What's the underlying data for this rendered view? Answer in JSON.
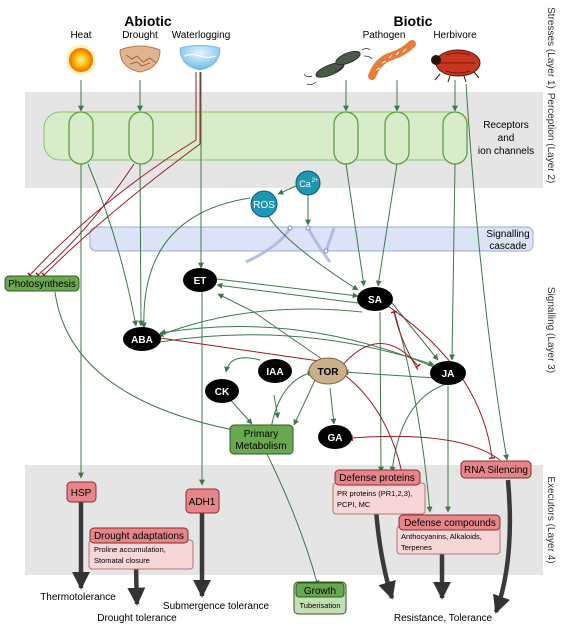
{
  "layers": {
    "layer1": "Stresses (Layer 1)",
    "layer2": "Perception (Layer 2)",
    "layer3": "Signalling (Layer 3)",
    "layer4": "Executors (Layer 4)"
  },
  "groups": {
    "abiotic": "Abiotic",
    "biotic": "Biotic"
  },
  "stresses": {
    "heat": "Heat",
    "drought": "Drought",
    "waterlogging": "Waterlogging",
    "pathogen": "Pathogen",
    "herbivore": "Herbivore"
  },
  "perception": {
    "receptors_line1": "Receptors",
    "receptors_line2": "and",
    "receptors_line3": "ion channels"
  },
  "signalling": {
    "cascade_line1": "Signalling",
    "cascade_line2": "cascade",
    "ros": "ROS",
    "ca": "Ca",
    "ca_sup": "2+",
    "et": "ET",
    "sa": "SA",
    "aba": "ABA",
    "iaa": "IAA",
    "ck": "CK",
    "tor": "TOR",
    "ja": "JA",
    "ga": "GA",
    "photosynthesis": "Photosynthesis",
    "primary_line1": "Primary",
    "primary_line2": "Metabolism"
  },
  "executors": {
    "hsp": "HSP",
    "adh1": "ADH1",
    "drought_adaptations": "Drought adaptations",
    "drought_detail_line1": "Proline accumulation,",
    "drought_detail_line2": "Stomatal closure",
    "defense_proteins": "Defense proteins",
    "defense_proteins_line1": "PR proteins (PR1,2,3),",
    "defense_proteins_line2": "PCPI, MC",
    "rna_silencing": "RNA Silencing",
    "defense_compounds": "Defense compounds",
    "defense_compounds_line1": "Anthocyanins,  Alkaloids,",
    "defense_compounds_line2": "Terpenes",
    "growth": "Growth",
    "tuberisation": "Tuberisation"
  },
  "outcomes": {
    "thermotolerance": "Thermotolerance",
    "drought_tolerance": "Drought tolerance",
    "submergence_tolerance": "Submergence tolerance",
    "resistance_tolerance": "Resistance, Tolerance"
  },
  "colors": {
    "band": "#e5e5e5",
    "receptor_fill": "#d8ecc9",
    "receptor_stroke": "#8cbf6e",
    "cascade_fill": "#dde3f7",
    "cascade_stroke": "#9aa8d8",
    "node_black": "#000000",
    "tor_fill": "#c9b08a",
    "teal": "#1e96b4",
    "green_box": "#6aa84f",
    "red_box": "#e6868a",
    "pink_box": "#f6d6d6",
    "arrow_green": "#3d7a4a",
    "arrow_red": "#9c1b22"
  }
}
